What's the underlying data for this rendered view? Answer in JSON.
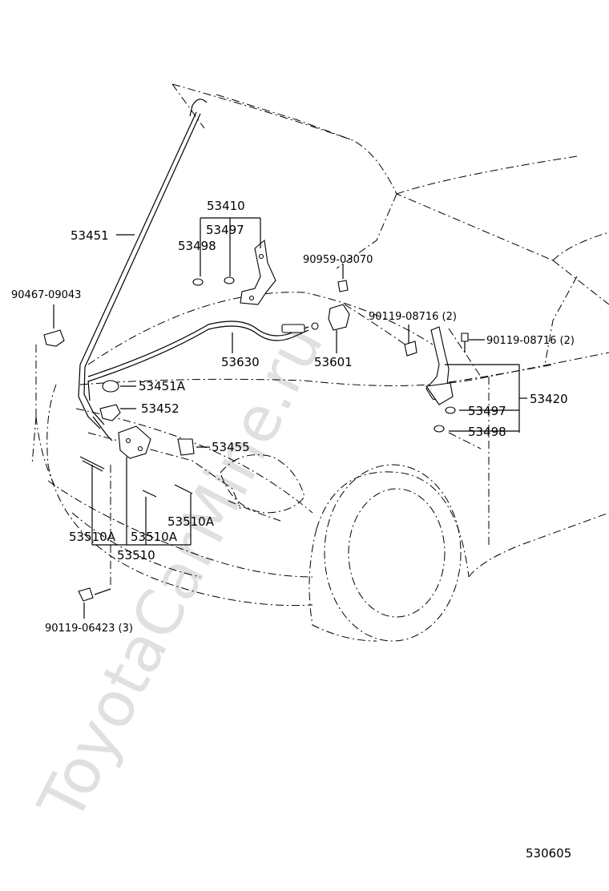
{
  "watermark": "ToyotaCarMine.ru",
  "diagram_id": "530605",
  "parts": {
    "p53410": "53410",
    "p53497_hinge_left": "53497",
    "p53498_hinge_left": "53498",
    "p53451": "53451",
    "p90467": "90467-09043",
    "p90959": "90959-03070",
    "p90119_right_a": "90119-08716 (2)",
    "p90119_right_b": "90119-08716 (2)",
    "p53630": "53630",
    "p53601": "53601",
    "p53451A": "53451A",
    "p53452": "53452",
    "p53455": "53455",
    "p53420": "53420",
    "p53497_hinge_right": "53497",
    "p53498_hinge_right": "53498",
    "p53510A_a": "53510A",
    "p53510A_b": "53510A",
    "p53510A_c": "53510A",
    "p53510": "53510",
    "p90119_bottom": "90119-06423 (3)"
  }
}
